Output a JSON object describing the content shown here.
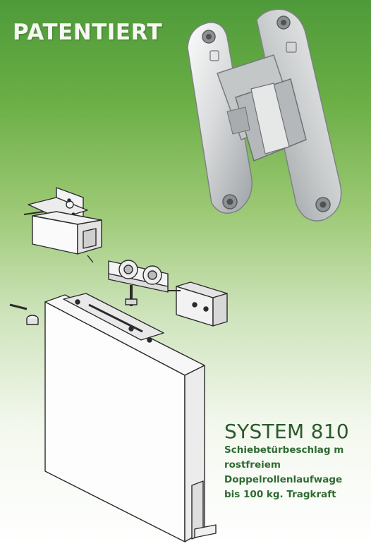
{
  "headline": "PATENTIERT",
  "product": {
    "title": "SYSTEM 810",
    "lines": [
      "Schiebetürbeschlag m",
      "rostfreiem",
      "Doppelrollenlaufwage",
      "bis 100 kg. Tragkraft"
    ]
  },
  "colors": {
    "background_top": "#4e9a3a",
    "background_bottom": "#ffffff",
    "title_green": "#2a5a2c",
    "text_green": "#2f6b32"
  }
}
